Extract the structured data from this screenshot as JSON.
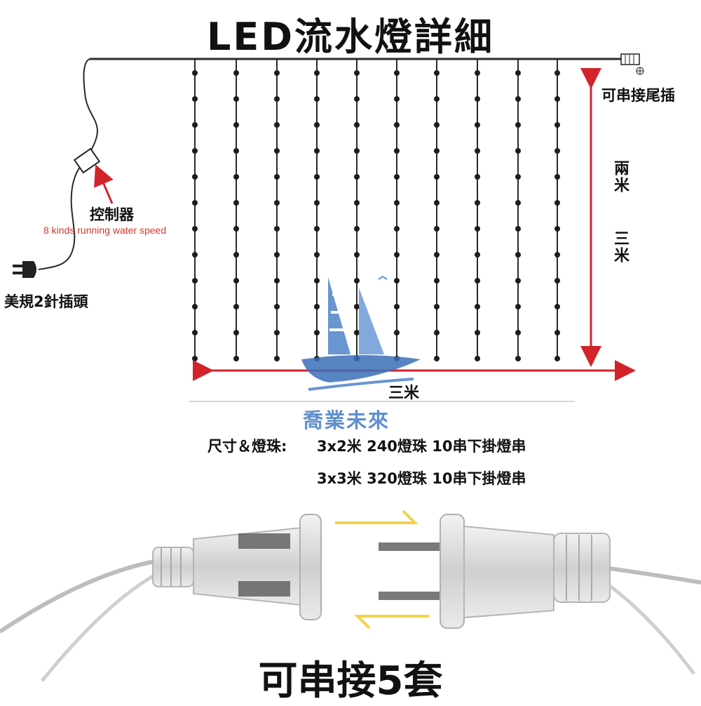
{
  "title": "LED流水燈詳細",
  "labels": {
    "tail_plug": "可串接尾插",
    "height_a": "兩米",
    "height_b": "三米",
    "controller": "控制器",
    "speed_note": "8 kinds running water speed",
    "plug": "美規2針插頭",
    "width": "三米"
  },
  "watermark": "喬業未來",
  "spec": {
    "prefix": "尺寸＆燈珠:",
    "line1": "3x2米 240燈珠 10串下掛燈串",
    "line2": "3x3米 320燈珠 10串下掛燈串"
  },
  "bottom_text": "可串接5套",
  "colors": {
    "arrow_red": "#d2232a",
    "wire": "#2a2a2a",
    "watermark_blue": "#4f83c8",
    "swap_arrow_yellow": "#f3d24a"
  },
  "icons": {
    "plug": "two-pin-plug-icon",
    "controller": "controller-box-icon",
    "tail": "tail-connector-icon",
    "ship": "sailboat-logo-icon"
  }
}
